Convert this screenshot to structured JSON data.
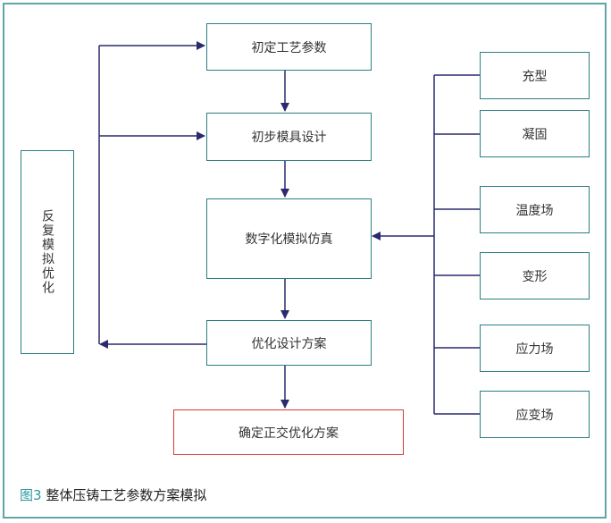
{
  "diagram": {
    "main_flow": [
      {
        "id": "init_params",
        "label": "初定工艺参数"
      },
      {
        "id": "init_mold",
        "label": "初步模具设计"
      },
      {
        "id": "digital_sim",
        "label": "数字化模拟仿真"
      },
      {
        "id": "opt_design",
        "label": "优化设计方案"
      },
      {
        "id": "final_plan",
        "label": "确定正交优化方案"
      }
    ],
    "loop_label": "反复模拟优化",
    "sim_factors": [
      {
        "id": "filling",
        "label": "充型"
      },
      {
        "id": "solidify",
        "label": "凝固"
      },
      {
        "id": "temperature",
        "label": "温度场"
      },
      {
        "id": "deformation",
        "label": "变形"
      },
      {
        "id": "stress",
        "label": "应力场"
      },
      {
        "id": "strain",
        "label": "应变场"
      }
    ]
  },
  "caption": {
    "prefix": "图3",
    "text": "整体压铸工艺参数方案模拟"
  },
  "colors": {
    "frame": "#5fa6a8",
    "box_border": "#2b7e84",
    "final_border": "#d9393b",
    "line": "#2a2a6e",
    "caption_accent": "#2a9aa0"
  }
}
